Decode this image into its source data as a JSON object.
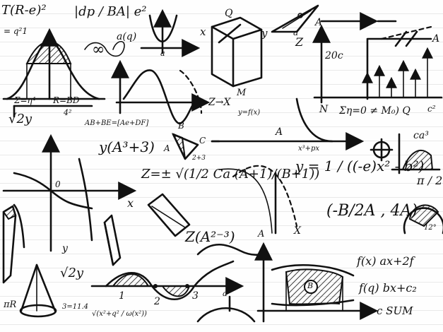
{
  "texts": {
    "top_left_formula": "T(R-e)²",
    "q_eq": "= q²1",
    "sigma_left": "Σ=η⁴",
    "r_bd": "R=BD",
    "frac_4": "4²",
    "sqrt_left": "√2y",
    "abs_det": "|dp / BA| e²",
    "d_q": "a(q)",
    "infinity": "∞",
    "letter_a_top": "a",
    "x_top": "x",
    "y_top": "y",
    "q_label": "Q",
    "m_label": "M",
    "z_arrow": "Z→X",
    "y_fx": "y=f(x)",
    "twenty_c": "20c",
    "sum_eq": "Ση=0 ≠ M₀) Q",
    "sum_c": "c²",
    "n_label": "N",
    "ca3": "ca³",
    "pi_frac": "π / 2",
    "ab_be": "AB+BE=[Ae+DF]",
    "y_a3": "y(A³+3)",
    "a_small": "A",
    "b_label": "B",
    "c_label": "C",
    "z_sqrt": "Z=± √(1/2 Ca (A+1)/(B+1))",
    "a_center": "A",
    "x_px": "x³+px",
    "y_frac": "y = 1 / ((-e)x² - b²)",
    "b_over_2a": "(-B/2A , 4A)",
    "twelve_c": "12°",
    "zero_o": "0",
    "y_left": "y",
    "sqrt_bottom": "√2y",
    "z_a23": "Z(A²⁻³)",
    "a_bottom": "A",
    "fx_eq": "f(x) ax+2f",
    "fq_eq": "f(q) bx+c₂",
    "c_sum": "c  SUM",
    "b_circle": "B",
    "three_eq": "3=11.4",
    "pi_r": "πR",
    "x2_frac": "√(x²+q² / ω(x²))",
    "num_1": "1",
    "num_2": "2",
    "num_3": "3",
    "a_bottom_axis": "a",
    "a_arrow_top": "a",
    "z_top": "Z",
    "a_marker": "A",
    "a_marker2": "A",
    "x_marker": "X",
    "x_bottom": "x",
    "two_three": "2+3"
  }
}
